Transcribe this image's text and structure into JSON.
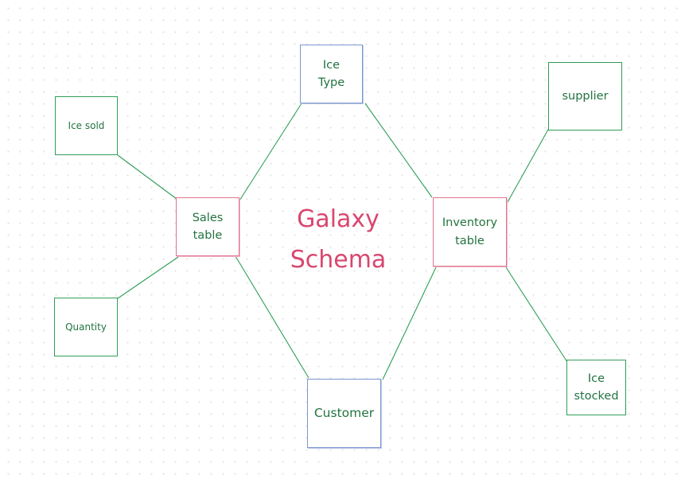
{
  "title": "Galaxy\nSchema",
  "nodes": {
    "ice_type": "Ice\nType",
    "sales_table": "Sales\ntable",
    "inventory_table": "Inventory\ntable",
    "customer": "Customer",
    "ice_sold": "Ice sold",
    "quantity": "Quantity",
    "supplier": "supplier",
    "ice_stocked": "Ice\nstocked"
  },
  "colors": {
    "fact_border": "#e0728f",
    "dimension_border": "#7c95cf",
    "attribute_border": "#2f9e57",
    "connector": "#2f9e57",
    "title": "#d9466f",
    "text": "#22733f"
  },
  "edges": [
    [
      "sales_table",
      "ice_type"
    ],
    [
      "sales_table",
      "customer"
    ],
    [
      "sales_table",
      "ice_sold"
    ],
    [
      "sales_table",
      "quantity"
    ],
    [
      "inventory_table",
      "ice_type"
    ],
    [
      "inventory_table",
      "customer"
    ],
    [
      "inventory_table",
      "supplier"
    ],
    [
      "inventory_table",
      "ice_stocked"
    ]
  ]
}
